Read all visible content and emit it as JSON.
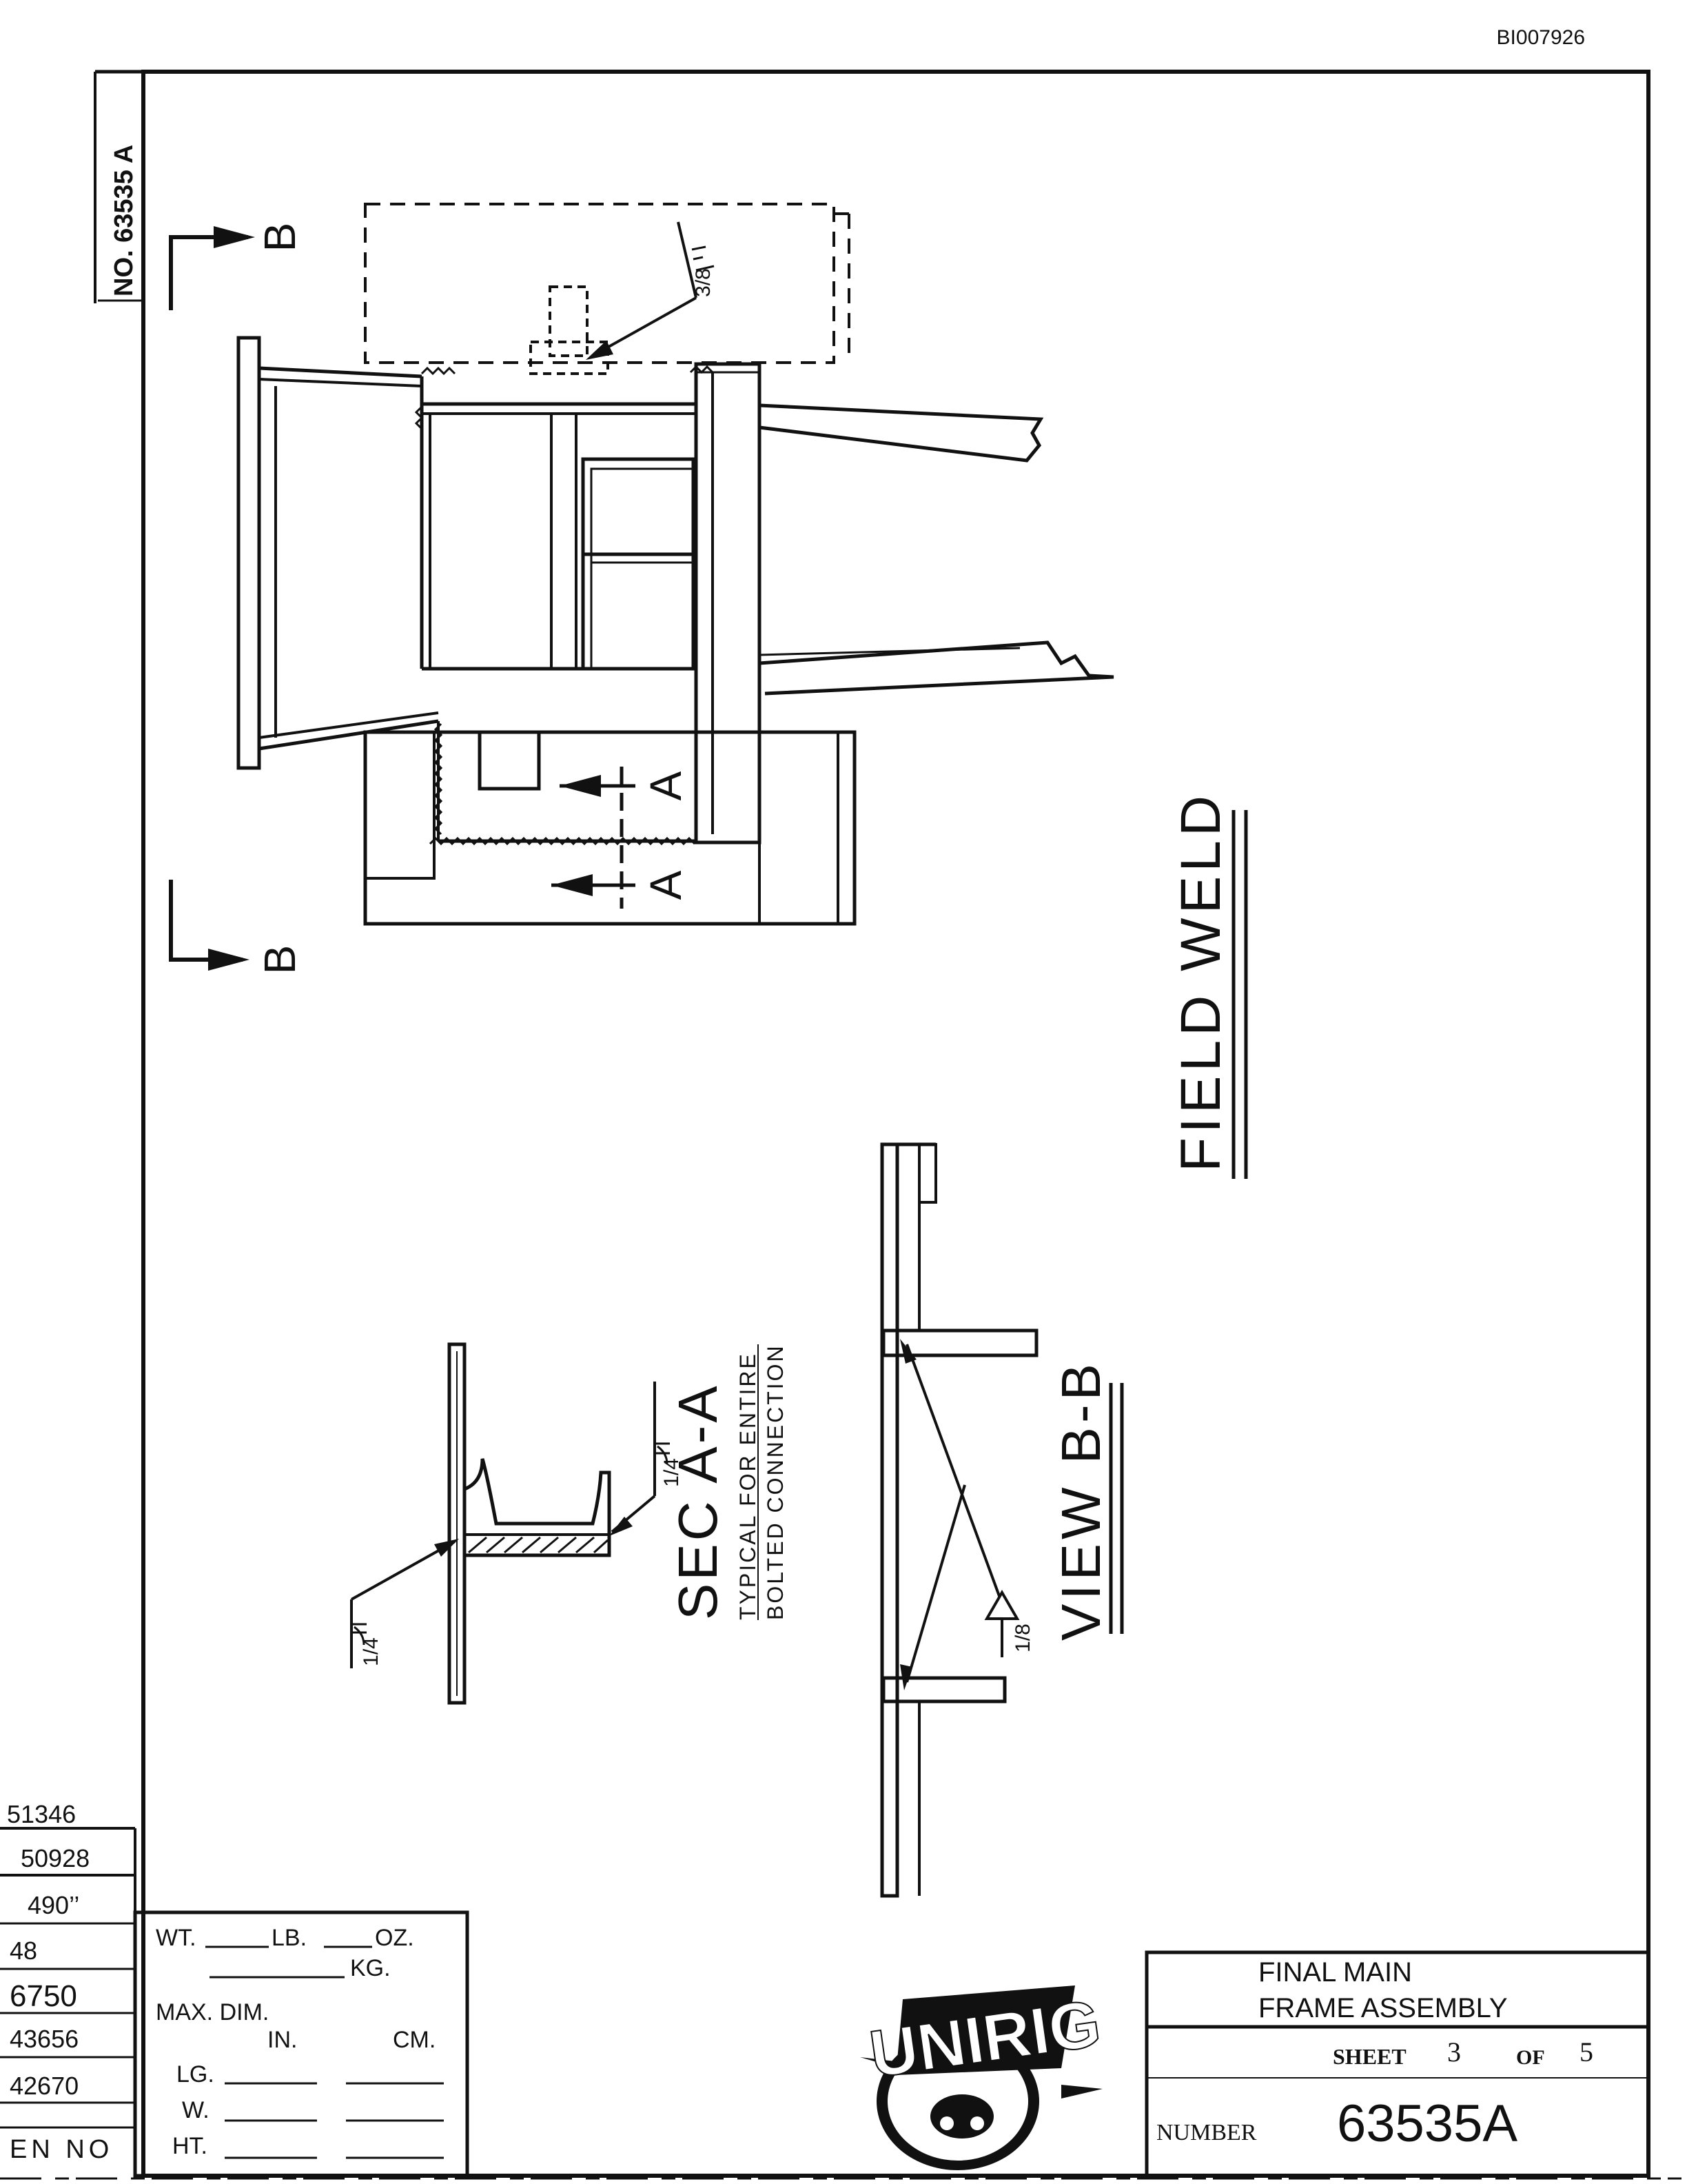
{
  "doc_id": "BI007926",
  "drawing_no_vertical": "NO. 63535 A",
  "section_marker": "B",
  "section_a_marker": "A",
  "weld_sizes": {
    "top_weld": "3/8",
    "sec_left": "1/4",
    "sec_right": "1/4",
    "view_bb": "1/8"
  },
  "labels": {
    "field_weld": "FIELD WELD",
    "sec_aa": "SEC A-A",
    "sec_note_1": "TYPICAL FOR ENTIRE",
    "sec_note_2": "BOLTED CONNECTION",
    "view_bb": "VIEW B-B"
  },
  "revisions": [
    "51346",
    "50928",
    "490’’",
    "48",
    "6750",
    "43656",
    "42670"
  ],
  "revision_header": "EN NO",
  "weight_block": {
    "wt": "WT.",
    "lb": "LB.",
    "oz": "OZ.",
    "kg": "KG.",
    "max_dim": "MAX. DIM.",
    "in": "IN.",
    "cm": "CM.",
    "lg": "LG.",
    "w": "W.",
    "ht": "HT."
  },
  "logo_text": "UNIRIG",
  "title_block": {
    "title_line1": "FINAL MAIN",
    "title_line2": "FRAME ASSEMBLY",
    "sheet_label": "SHEET",
    "sheet_no": "3",
    "of_label": "OF",
    "sheet_total": "5",
    "number_label": "NUMBER",
    "number": "63535A"
  }
}
